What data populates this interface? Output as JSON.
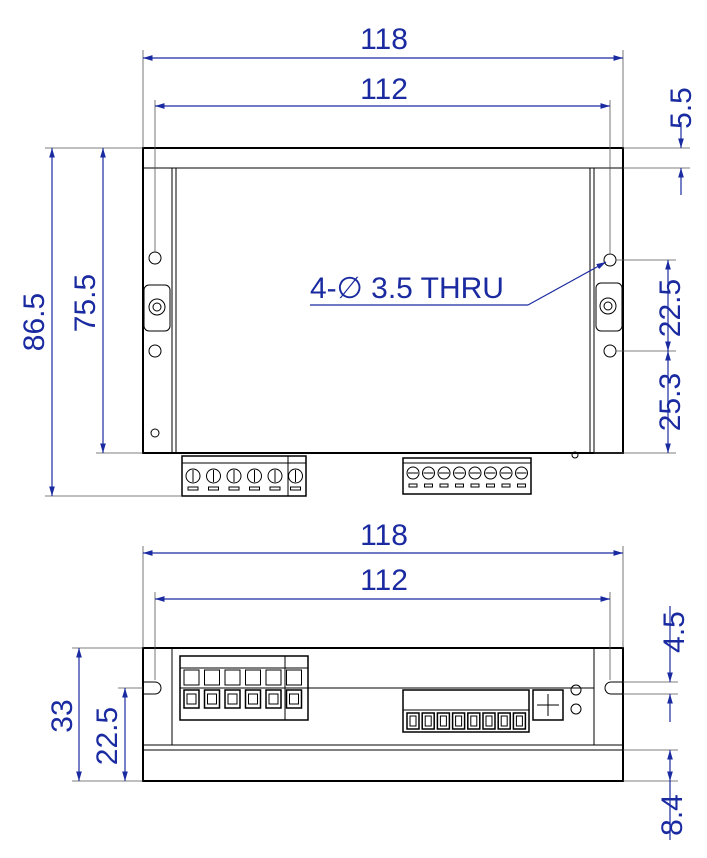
{
  "top_view": {
    "overall_width": "118",
    "hole_spacing_width": "112",
    "edge_offset": "5.5",
    "overall_height": "86.5",
    "inner_height": "75.5",
    "hole_callout": "4-∅ 3.5 THRU",
    "hole_pitch": "22.5",
    "hole_bottom_offset": "25.3"
  },
  "front_view": {
    "overall_width": "118",
    "hole_spacing_width": "112",
    "slot_offset": "4.5",
    "overall_height": "33",
    "slot_height": "22.5",
    "base_height": "8.4"
  }
}
